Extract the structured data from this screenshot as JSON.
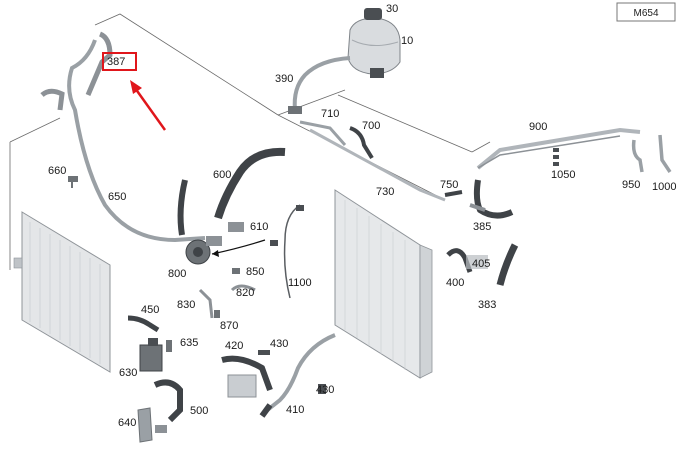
{
  "model_code": "M654",
  "highlight": {
    "label": "387",
    "color": "#e0161b"
  },
  "colors": {
    "part_dark": "#3f4347",
    "part_mid": "#8c9196",
    "part_light": "#cfd3d6",
    "line": "#5a5a5a",
    "radiator_fill": "#e4e6e8"
  },
  "labels": {
    "p30": "30",
    "p10": "10",
    "p390": "390",
    "p710": "710",
    "p700": "700",
    "p900": "900",
    "p1050": "1050",
    "p950": "950",
    "p1000": "1000",
    "p660": "660",
    "p650": "650",
    "p600": "600",
    "p610": "610",
    "p730": "730",
    "p750": "750",
    "p385": "385",
    "p800": "800",
    "p850": "850",
    "p820": "820",
    "p830": "830",
    "p870": "870",
    "p1100": "1100",
    "p405": "405",
    "p400": "400",
    "p383": "383",
    "p450": "450",
    "p635": "635",
    "p420": "420",
    "p430a": "430",
    "p630": "630",
    "p430b": "430",
    "p500": "500",
    "p410": "410",
    "p640": "640"
  }
}
